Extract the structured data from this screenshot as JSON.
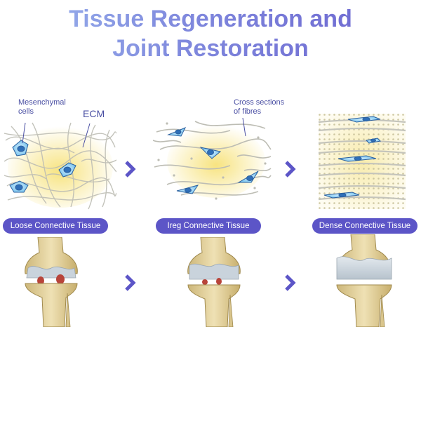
{
  "header": {
    "title_line1": "Tissue Regeneration and",
    "title_line2": "Joint Restoration"
  },
  "annotations": {
    "mesenchymal_cells": [
      "Mesenchymal",
      "cells"
    ],
    "ecm": "ECM",
    "cross_sections": [
      "Cross sections",
      "of fibres"
    ]
  },
  "stages": [
    {
      "label": "Loose Connective Tissue"
    },
    {
      "label": "Ireg Connective Tissue"
    },
    {
      "label": "Dense Connective Tissue"
    }
  ],
  "colors": {
    "accent": "#5c55c7",
    "title_gradient_start": "#9bb6ee",
    "title_gradient_end": "#6b63cf",
    "cell_blue": "#3aa7e0",
    "matrix_yellow": "#f7e27a",
    "fibre_grey": "#bdbdb4",
    "bone": "#e6d5a3",
    "cartilage": "#c9d3dc",
    "lesion_red": "#b8443a"
  },
  "icons": [
    "chevron-right-icon"
  ]
}
